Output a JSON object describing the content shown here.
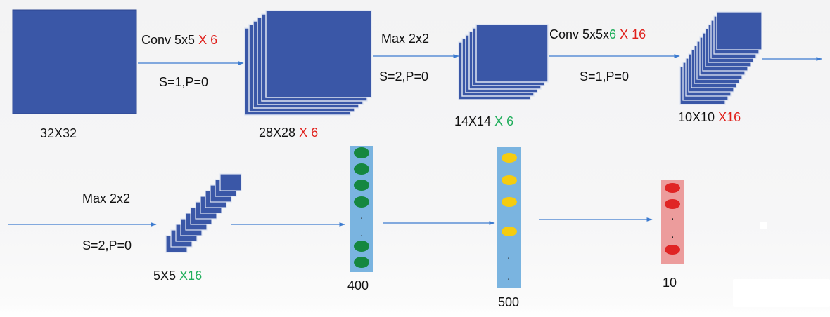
{
  "stages": {
    "input_label": "32X32",
    "conv1_label": {
      "size": "28X28",
      "count": "X 6"
    },
    "pool1_label": {
      "size": "14X14",
      "count": "X 6"
    },
    "conv2_label": {
      "size": "10X10",
      "count": "X16"
    },
    "pool2_label": {
      "size": "5X5",
      "count": "X16"
    },
    "fc1_label": "400",
    "fc2_label": "500",
    "out_label": "10"
  },
  "operations": {
    "conv1": {
      "name": "Conv 5x5",
      "count": "X 6",
      "params": "S=1,P=0"
    },
    "pool1": {
      "name": "Max 2x2",
      "params": "S=2,P=0"
    },
    "conv2": {
      "name": "Conv 5x5x",
      "depth": "6",
      "count": "X 16",
      "params": "S=1,P=0"
    },
    "pool2": {
      "name": "Max 2x2",
      "params": "S=2,P=0"
    }
  },
  "dots": ".",
  "colors": {
    "block_fill": "#3a57a7",
    "block_edge": "#dfe5f2",
    "arrow": "#3c7bd0",
    "text": "#111111",
    "red": "#e0201b",
    "green": "#1fae5b",
    "fc1_column": "#7ab4e0",
    "fc1_node": "#15873f",
    "fc2_column": "#7ab4e0",
    "fc2_node": "#f5cc10",
    "out_column": "#ec9c9c",
    "out_node": "#e02424"
  }
}
